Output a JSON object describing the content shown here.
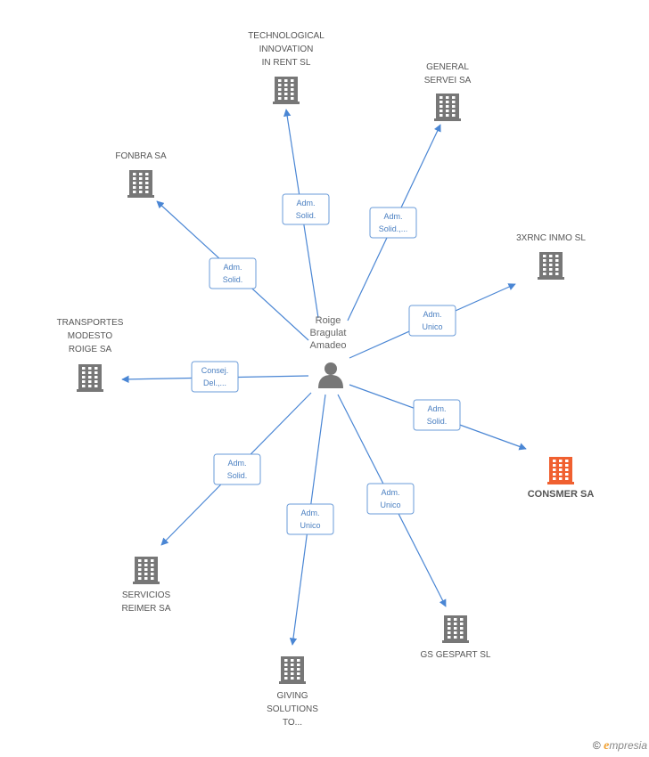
{
  "center": {
    "name_lines": [
      "Roige",
      "Bragulat",
      "Amadeo"
    ]
  },
  "companies": [
    {
      "id": "technological",
      "lines": [
        "TECHNOLOGICAL",
        "INNOVATION",
        "IN RENT SL"
      ],
      "highlight": false,
      "role": [
        "Adm.",
        "Solid."
      ]
    },
    {
      "id": "general",
      "lines": [
        "GENERAL",
        "SERVEI SA"
      ],
      "highlight": false,
      "role": [
        "Adm.",
        "Solid.,..."
      ]
    },
    {
      "id": "fonbra",
      "lines": [
        "FONBRA SA"
      ],
      "highlight": false,
      "role": [
        "Adm.",
        "Solid."
      ]
    },
    {
      "id": "3xrnc",
      "lines": [
        "3XRNC INMO SL"
      ],
      "highlight": false,
      "role": [
        "Adm.",
        "Unico"
      ]
    },
    {
      "id": "transportes",
      "lines": [
        "TRANSPORTES",
        "MODESTO",
        "ROIGE SA"
      ],
      "highlight": false,
      "role": [
        "Consej.",
        "Del.,..."
      ]
    },
    {
      "id": "consmer",
      "lines": [
        "CONSMER SA"
      ],
      "highlight": true,
      "role": [
        "Adm.",
        "Solid."
      ]
    },
    {
      "id": "servicios",
      "lines": [
        "SERVICIOS",
        "REIMER SA"
      ],
      "highlight": false,
      "role": [
        "Adm.",
        "Solid."
      ]
    },
    {
      "id": "giving",
      "lines": [
        "GIVING",
        "SOLUTIONS",
        "TO..."
      ],
      "highlight": false,
      "role": [
        "Adm.",
        "Unico"
      ]
    },
    {
      "id": "gsgespart",
      "lines": [
        "GS GESPART SL"
      ],
      "highlight": false,
      "role": [
        "Adm.",
        "Unico"
      ]
    }
  ],
  "colors": {
    "edge": "#4a86d4",
    "building": "#777777",
    "highlight_building": "#f06030",
    "person": "#777777"
  },
  "watermark": {
    "copyright": "©",
    "brand_e": "e",
    "brand_rest": "mpresia"
  }
}
